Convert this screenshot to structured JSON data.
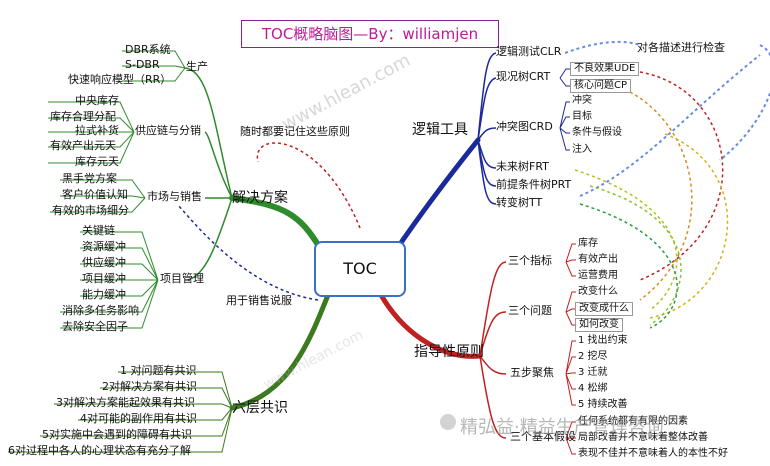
{
  "title": "TOC概略脑图—By：williamjen",
  "center": "TOC",
  "branches": {
    "solution": {
      "label": "解决方案",
      "groups": [
        {
          "label": "生产",
          "items": [
            "DBR系统",
            "S-DBR",
            "快速响应模型（RR）"
          ]
        },
        {
          "label": "供应链与分销",
          "items": [
            "中央库存",
            "库存合理分配",
            "拉式补货",
            "有效产出元天",
            "库存元天"
          ]
        },
        {
          "label": "市场与销售",
          "items": [
            "黑手党方案",
            "客户价值认知",
            "有效的市场细分"
          ]
        },
        {
          "label": "项目管理",
          "items": [
            "关键链",
            "资源缓冲",
            "供应缓冲",
            "项目缓冲",
            "能力缓冲",
            "消除多任务影响",
            "去除安全因子"
          ]
        }
      ]
    },
    "six_levels": {
      "label": "六层共识",
      "items": [
        "1 对问题有共识",
        "2对解决方案有共识",
        "3对解决方案能起效果有共识",
        "4对可能的副作用有共识",
        "5对实施中会遇到的障碍有共识",
        "6对过程中各人的心理状态有充分了解"
      ]
    },
    "logic_tools": {
      "label": "逻辑工具",
      "items": [
        {
          "label": "逻辑测试CLR"
        },
        {
          "label": "现况树CRT",
          "sub": [
            "不良效果UDE",
            "核心问题CP"
          ]
        },
        {
          "label": "冲突图CRD",
          "sub": [
            "冲突",
            "目标",
            "条件与假设",
            "注入"
          ]
        },
        {
          "label": "未来树FRT"
        },
        {
          "label": "前提条件树PRT"
        },
        {
          "label": "转变树TT"
        }
      ]
    },
    "principles": {
      "label": "指导性原则",
      "groups": [
        {
          "label": "三个指标",
          "items": [
            "库存",
            "有效产出",
            "运营费用"
          ]
        },
        {
          "label": "三个问题",
          "items": [
            "改变什么",
            "改变成什么",
            "如何改变"
          ]
        },
        {
          "label": "五步聚焦",
          "items": [
            "1 找出约束",
            "2 挖尽",
            "3 迁就",
            "4 松绑",
            "5 持续改善"
          ]
        },
        {
          "label": "三个基本假设",
          "items": [
            "任何系统都有有限的因素",
            "局部改善并不意味着整体改善",
            "表现不佳并不意味着人的本性不好"
          ]
        }
      ]
    }
  },
  "notes": {
    "check": "对各描述进行检查",
    "remember": "随时都要记住这些原则",
    "persuade": "用于销售说服"
  },
  "watermarks": {
    "site": "www.hlean.com",
    "footer": "精弘益·精益生产管理咨询"
  },
  "colors": {
    "solution": "#2e8b2e",
    "six_levels": "#3b7a1e",
    "logic_tools": "#1b2a9a",
    "principles": "#c02020",
    "title": "#c0189a"
  }
}
